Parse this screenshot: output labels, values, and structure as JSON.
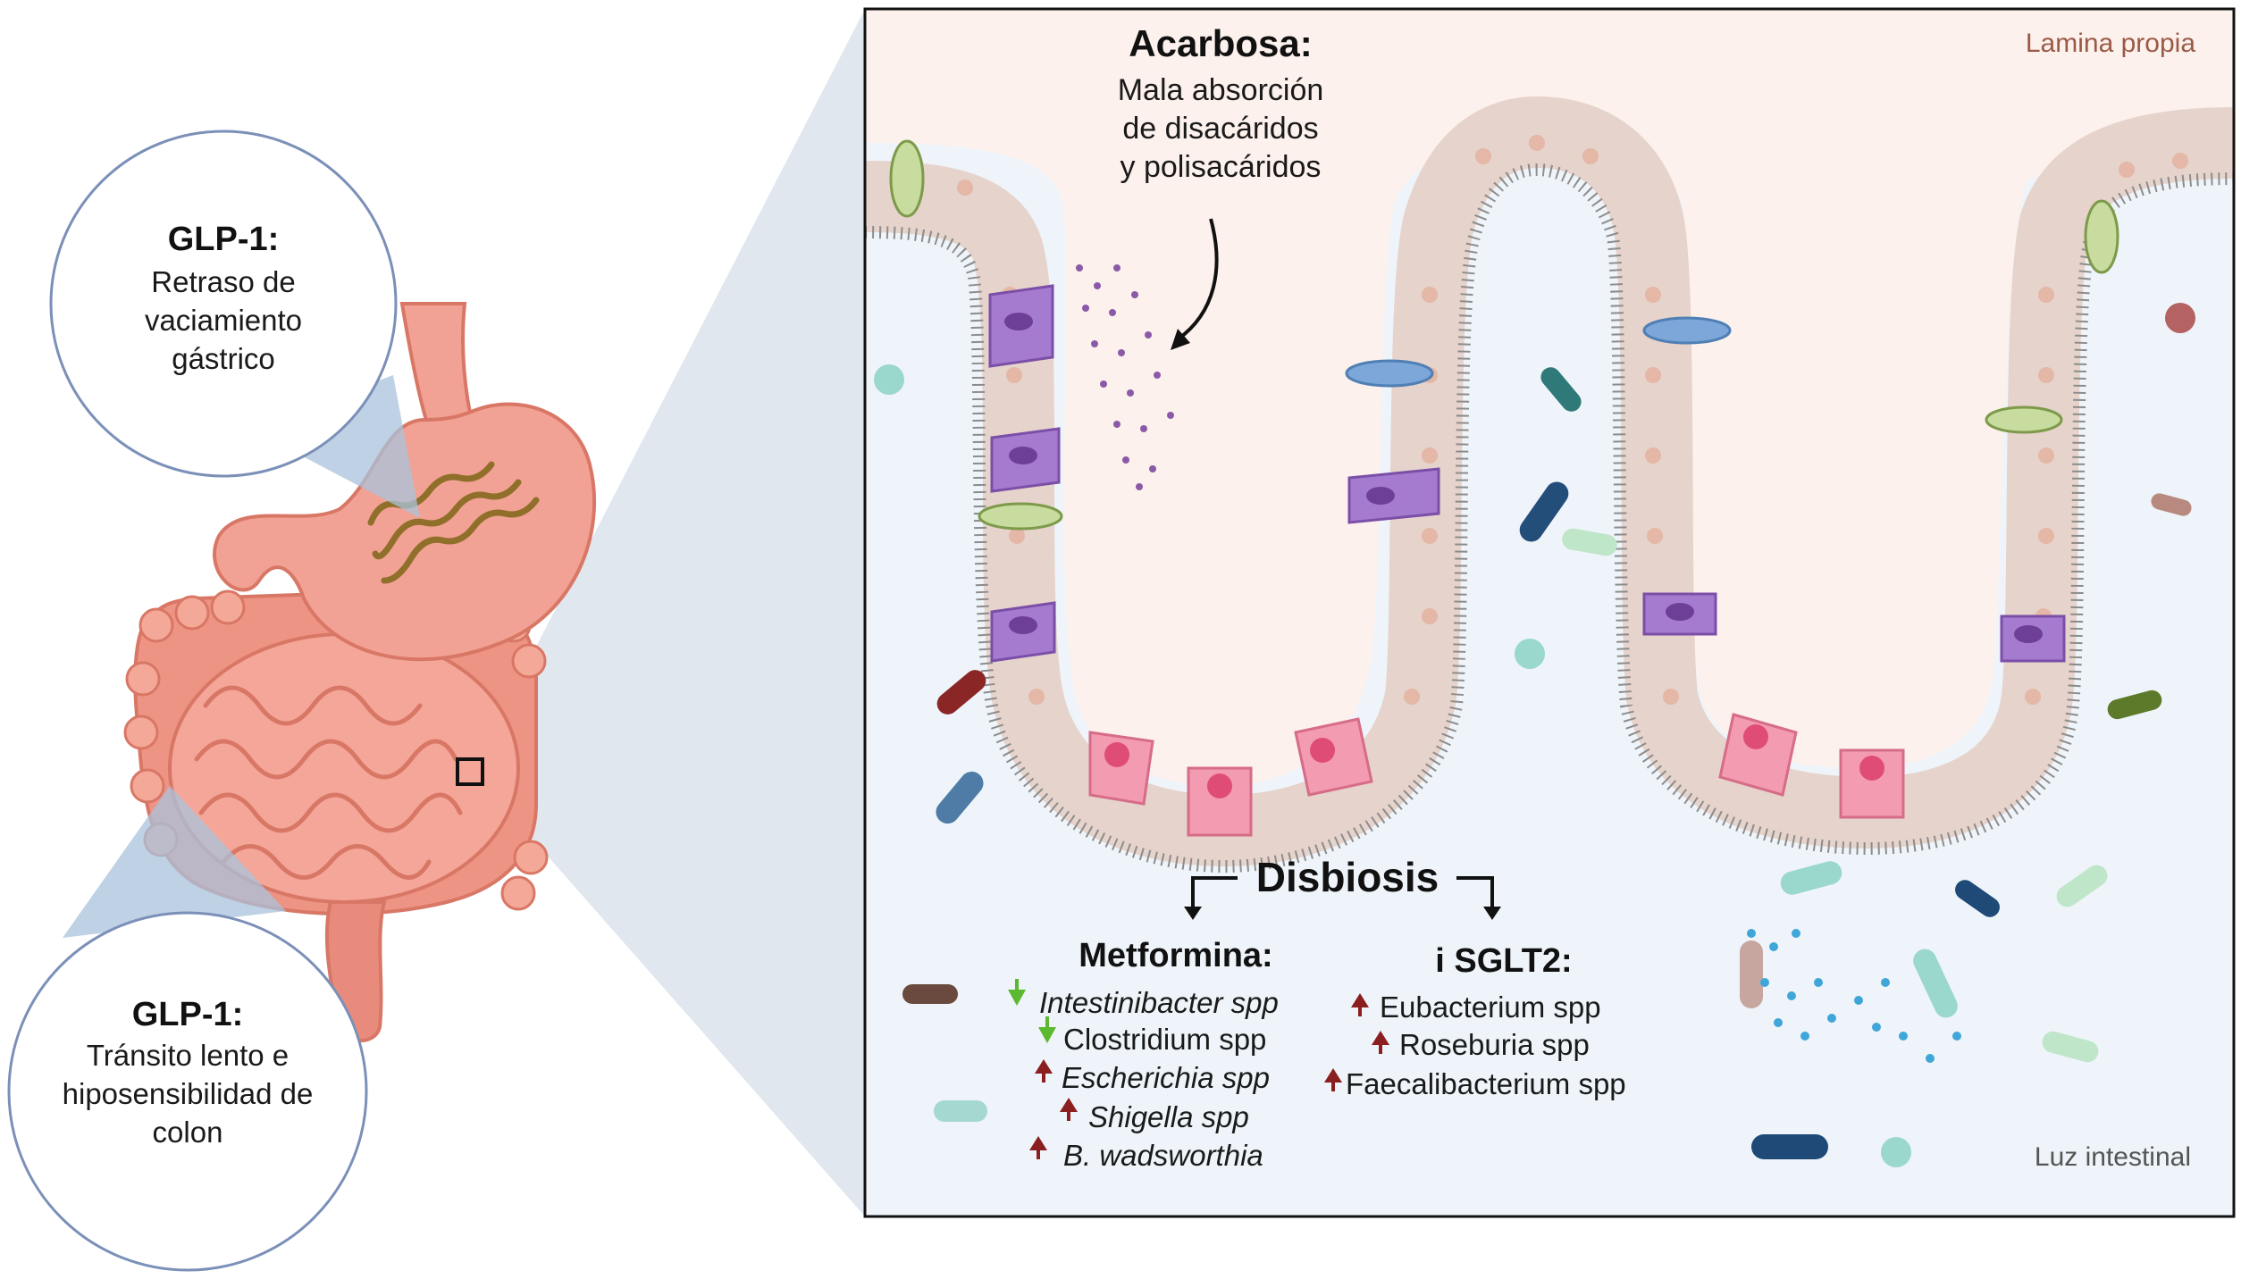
{
  "glp1_stomach": {
    "title": "GLP-1:",
    "lines": [
      "Retraso de",
      "vaciamiento",
      "gástrico"
    ]
  },
  "glp1_colon": {
    "title": "GLP-1:",
    "lines": [
      "Tránsito lento  e",
      "hiposensibilidad de",
      "colon"
    ]
  },
  "acarbosa": {
    "title": "Acarbosa:",
    "lines": [
      "Mala absorción",
      "de disacáridos",
      "y polisacáridos"
    ]
  },
  "regions": {
    "lamina": "Lamina propia",
    "lumen": "Luz intestinal"
  },
  "disbiosis": {
    "title": "Disbiosis"
  },
  "metformina": {
    "title": "Metformina:",
    "items": [
      {
        "label": "Intestinibacter spp",
        "trend": "down",
        "italic": true
      },
      {
        "label": "Clostridium spp",
        "trend": "down",
        "italic": false
      },
      {
        "label": "Escherichia spp",
        "trend": "up",
        "italic": true
      },
      {
        "label": "Shigella spp",
        "trend": "up",
        "italic": true
      },
      {
        "label": "B. wadsworthia",
        "trend": "up",
        "italic": true
      }
    ]
  },
  "isglt2": {
    "title": "i SGLT2:",
    "items": [
      {
        "label": "Eubacterium spp",
        "trend": "up"
      },
      {
        "label": "Roseburia spp",
        "trend": "up"
      },
      {
        "label": "Faecalibacterium spp",
        "trend": "up"
      }
    ]
  },
  "colors": {
    "up_arrow": "#8b1f1f",
    "down_arrow": "#5cb82e",
    "lamina_bg": "#fcf1ec",
    "lumen_bg": "#eef4f9",
    "stomach": "#f2a294",
    "intestine": "#ef9b8c",
    "goblet": "#9a6cc4",
    "paneth": "#f07c98"
  }
}
